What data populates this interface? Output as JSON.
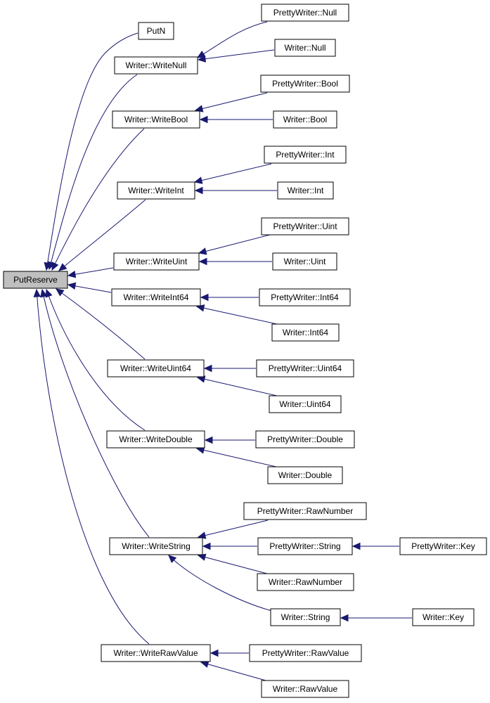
{
  "colors": {
    "edge": "#191970",
    "root_fill": "#bfbfbf",
    "node_fill": "#ffffff",
    "border": "#000000"
  },
  "nodes": {
    "putreserve": "PutReserve",
    "putn": "PutN",
    "write_null": "Writer::WriteNull",
    "pw_null": "PrettyWriter::Null",
    "w_null": "Writer::Null",
    "write_bool": "Writer::WriteBool",
    "pw_bool": "PrettyWriter::Bool",
    "w_bool": "Writer::Bool",
    "write_int": "Writer::WriteInt",
    "pw_int": "PrettyWriter::Int",
    "w_int": "Writer::Int",
    "write_uint": "Writer::WriteUint",
    "pw_uint": "PrettyWriter::Uint",
    "w_uint": "Writer::Uint",
    "write_int64": "Writer::WriteInt64",
    "pw_int64": "PrettyWriter::Int64",
    "w_int64": "Writer::Int64",
    "write_uint64": "Writer::WriteUint64",
    "pw_uint64": "PrettyWriter::Uint64",
    "w_uint64": "Writer::Uint64",
    "write_double": "Writer::WriteDouble",
    "pw_double": "PrettyWriter::Double",
    "w_double": "Writer::Double",
    "write_string": "Writer::WriteString",
    "pw_rawnumber": "PrettyWriter::RawNumber",
    "pw_string": "PrettyWriter::String",
    "pw_key": "PrettyWriter::Key",
    "w_rawnumber": "Writer::RawNumber",
    "w_string": "Writer::String",
    "w_key": "Writer::Key",
    "write_rawvalue": "Writer::WriteRawValue",
    "pw_rawvalue": "PrettyWriter::RawValue",
    "w_rawvalue": "Writer::RawValue"
  },
  "edges": [
    [
      "putreserve",
      "putn"
    ],
    [
      "putreserve",
      "write_null"
    ],
    [
      "putreserve",
      "write_bool"
    ],
    [
      "putreserve",
      "write_int"
    ],
    [
      "putreserve",
      "write_uint"
    ],
    [
      "putreserve",
      "write_int64"
    ],
    [
      "putreserve",
      "write_uint64"
    ],
    [
      "putreserve",
      "write_double"
    ],
    [
      "putreserve",
      "write_string"
    ],
    [
      "putreserve",
      "write_rawvalue"
    ],
    [
      "write_null",
      "pw_null"
    ],
    [
      "write_null",
      "w_null"
    ],
    [
      "write_bool",
      "pw_bool"
    ],
    [
      "write_bool",
      "w_bool"
    ],
    [
      "write_int",
      "pw_int"
    ],
    [
      "write_int",
      "w_int"
    ],
    [
      "write_uint",
      "pw_uint"
    ],
    [
      "write_uint",
      "w_uint"
    ],
    [
      "write_int64",
      "pw_int64"
    ],
    [
      "write_int64",
      "w_int64"
    ],
    [
      "write_uint64",
      "pw_uint64"
    ],
    [
      "write_uint64",
      "w_uint64"
    ],
    [
      "write_double",
      "pw_double"
    ],
    [
      "write_double",
      "w_double"
    ],
    [
      "write_string",
      "pw_rawnumber"
    ],
    [
      "write_string",
      "pw_string"
    ],
    [
      "write_string",
      "w_rawnumber"
    ],
    [
      "write_string",
      "w_string"
    ],
    [
      "pw_string",
      "pw_key"
    ],
    [
      "w_string",
      "w_key"
    ],
    [
      "write_rawvalue",
      "pw_rawvalue"
    ],
    [
      "write_rawvalue",
      "w_rawvalue"
    ]
  ]
}
